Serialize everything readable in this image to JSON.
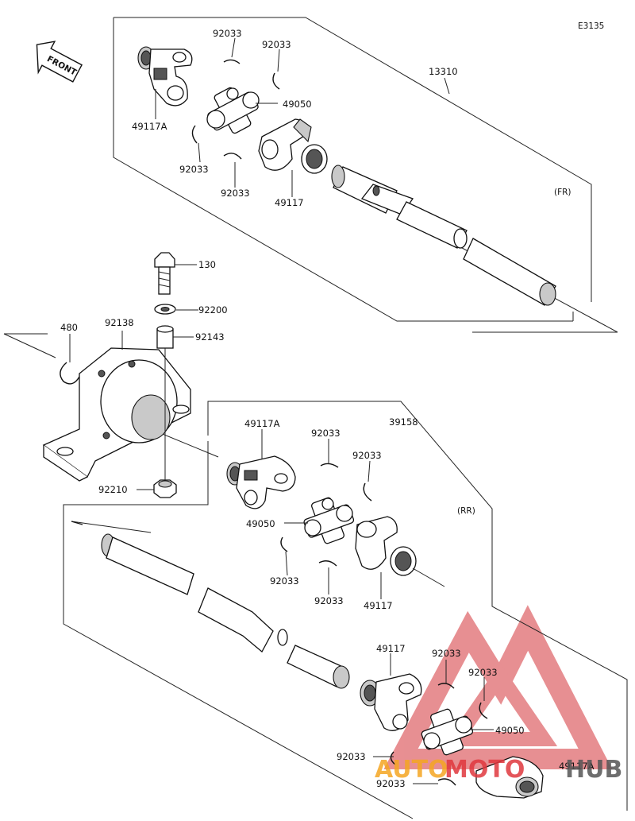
{
  "diagram_code": "E3135",
  "front_label": "FRONT",
  "section_front": "(FR)",
  "section_rear": "(RR)",
  "parts": {
    "p13310": "13310",
    "p39158": "39158",
    "p49117A_top": "49117A",
    "p49117_top": "49117",
    "p49050_top": "49050",
    "p92033_t1": "92033",
    "p92033_t2": "92033",
    "p92033_t3": "92033",
    "p92033_t4": "92033",
    "p130": "130",
    "p92200": "92200",
    "p92143": "92143",
    "p92138": "92138",
    "p480": "480",
    "p92210": "92210",
    "p49117A_mid": "49117A",
    "p92033_m1": "92033",
    "p92033_m2": "92033",
    "p49050_mid": "49050",
    "p92033_m3": "92033",
    "p92033_m4": "92033",
    "p49117_mid": "49117",
    "p49117_bot": "49117",
    "p92033_b1": "92033",
    "p92033_b2": "92033",
    "p49050_bot": "49050",
    "p92033_b3": "92033",
    "p92033_b4": "92033",
    "p49117A_bot": "49117A"
  },
  "watermark": {
    "text_orange": "AUTO",
    "text_red": "MOTO",
    "text_right": "HUB",
    "color_red": "#e0383e",
    "color_orange": "#f5a623"
  }
}
